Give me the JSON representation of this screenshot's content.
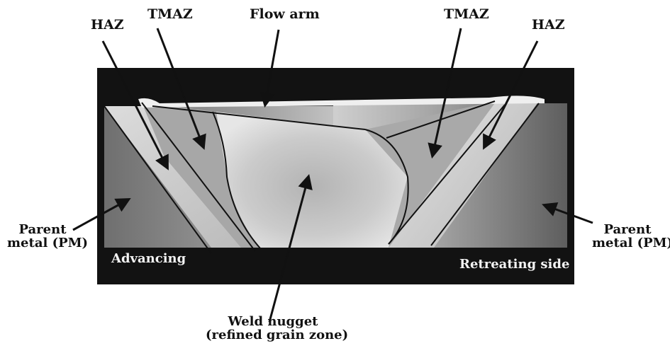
{
  "labels": {
    "haz_left": "HAZ",
    "tmaz_left": "TMAZ",
    "flow_arm": "Flow arm",
    "tmaz_right": "TMAZ",
    "haz_right": "HAZ",
    "parent_left_1": "Parent",
    "parent_left_2": "metal (PM)",
    "parent_right_1": "Parent",
    "parent_right_2": "metal (PM)",
    "advancing": "Advancing",
    "retreating": "Retreating side",
    "nugget_1": "Weld nugget",
    "nugget_2": "(refined grain zone)"
  },
  "colors": {
    "plate_dark": "#111111",
    "metal_gray": "#8f8f8f",
    "zone_light": "#dcdcdc",
    "arrow": "#111111"
  }
}
